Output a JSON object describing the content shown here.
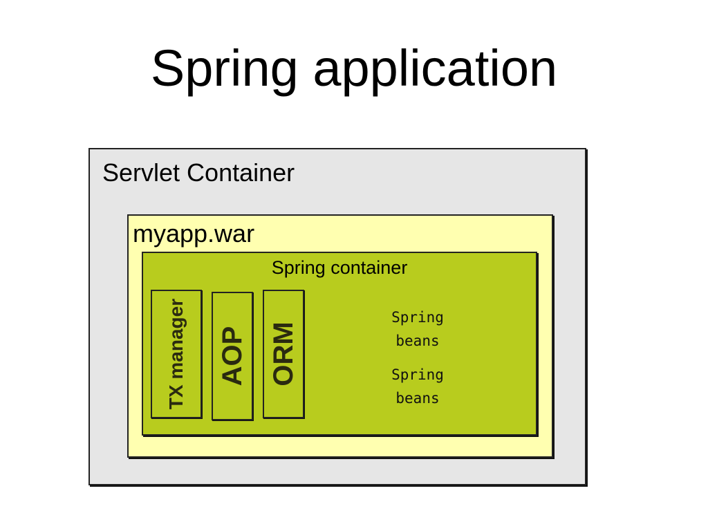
{
  "slide": {
    "title": "Spring application"
  },
  "diagram": {
    "servlet_container": {
      "label": "Servlet Container"
    },
    "war": {
      "label": "myapp.war"
    },
    "spring_container": {
      "label": "Spring container"
    },
    "modules": [
      {
        "label": "TX manager"
      },
      {
        "label": "AOP"
      },
      {
        "label": "ORM"
      }
    ],
    "beans": [
      {
        "line1": "Spring",
        "line2": "beans"
      },
      {
        "line1": "Spring",
        "line2": "beans"
      }
    ]
  }
}
